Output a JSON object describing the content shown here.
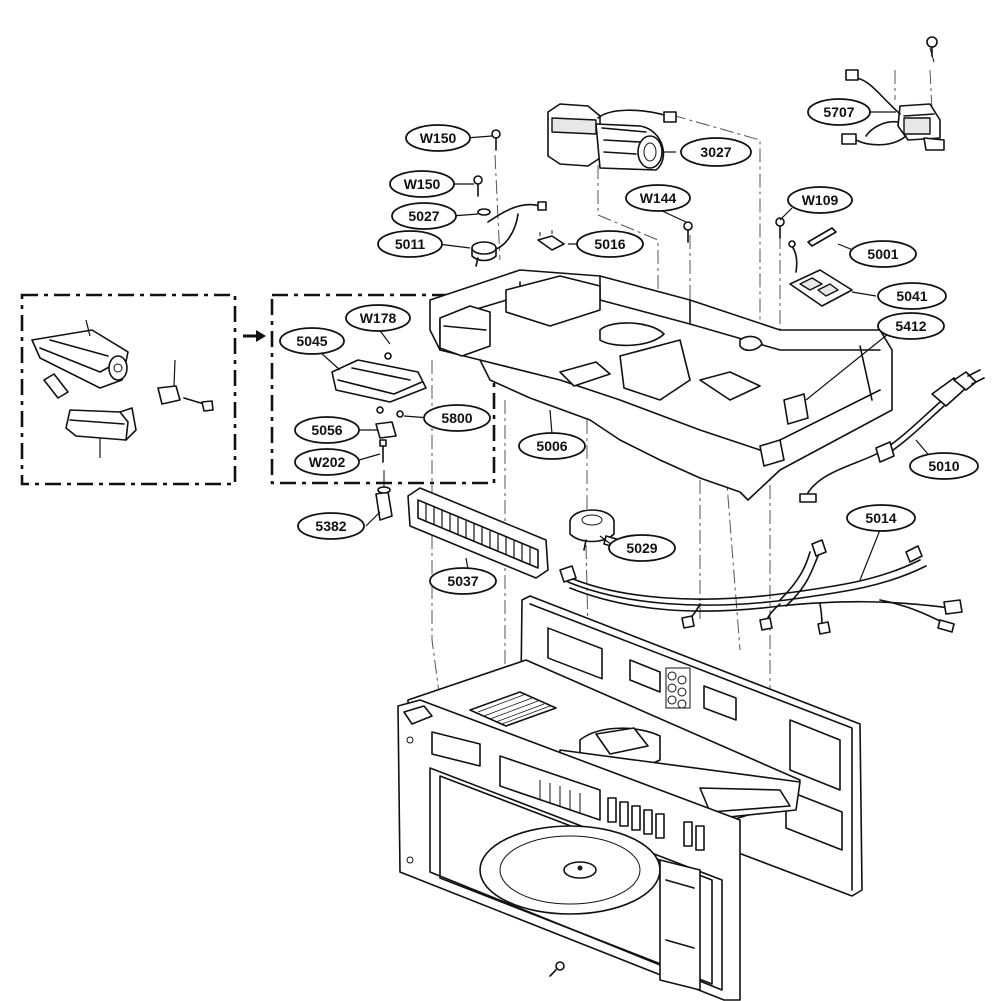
{
  "diagram": {
    "callouts": {
      "c5707": "5707",
      "c3027": "3027",
      "cW150a": "W150",
      "cW150b": "W150",
      "c5027": "5027",
      "c5011": "5011",
      "c5016": "5016",
      "cW144": "W144",
      "cW109": "W109",
      "c5001": "5001",
      "c5041": "5041",
      "c5412": "5412",
      "cW178": "W178",
      "c5045": "5045",
      "c5800": "5800",
      "c5056": "5056",
      "cW202": "W202",
      "c5006": "5006",
      "c5010": "5010",
      "c5382": "5382",
      "c5029": "5029",
      "c5014": "5014",
      "c5037": "5037"
    }
  }
}
